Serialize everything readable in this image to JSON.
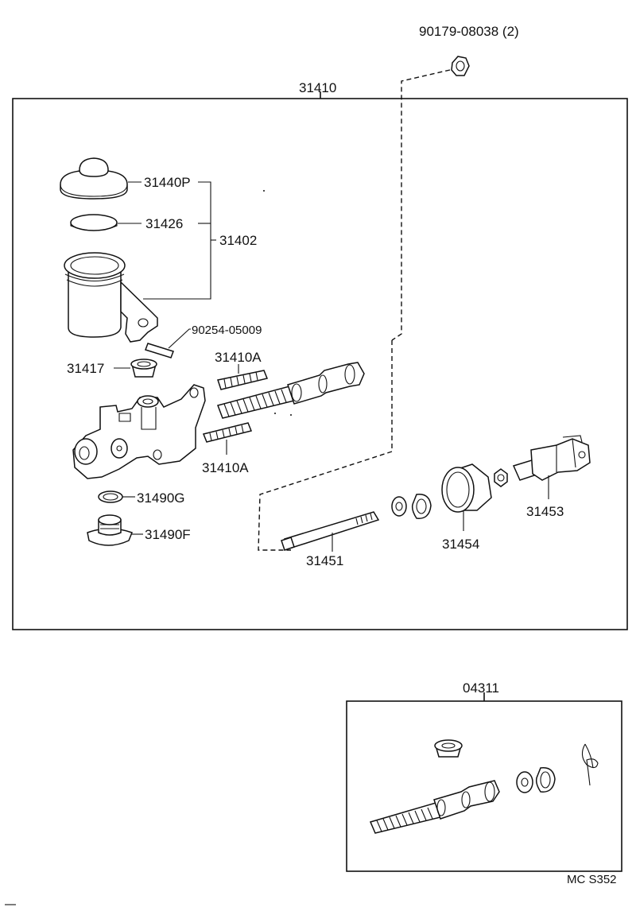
{
  "labels": {
    "p90179": "90179-08038 (2)",
    "p31410": "31410",
    "p31440P": "31440P",
    "p31426": "31426",
    "p31402": "31402",
    "p90254": "90254-05009",
    "p31417": "31417",
    "p31410A_top": "31410A",
    "p31410A_bottom": "31410A",
    "p31490G": "31490G",
    "p31490F": "31490F",
    "p31453": "31453",
    "p31454": "31454",
    "p31451": "31451",
    "p04311": "04311",
    "ref_code": "MC S352"
  }
}
